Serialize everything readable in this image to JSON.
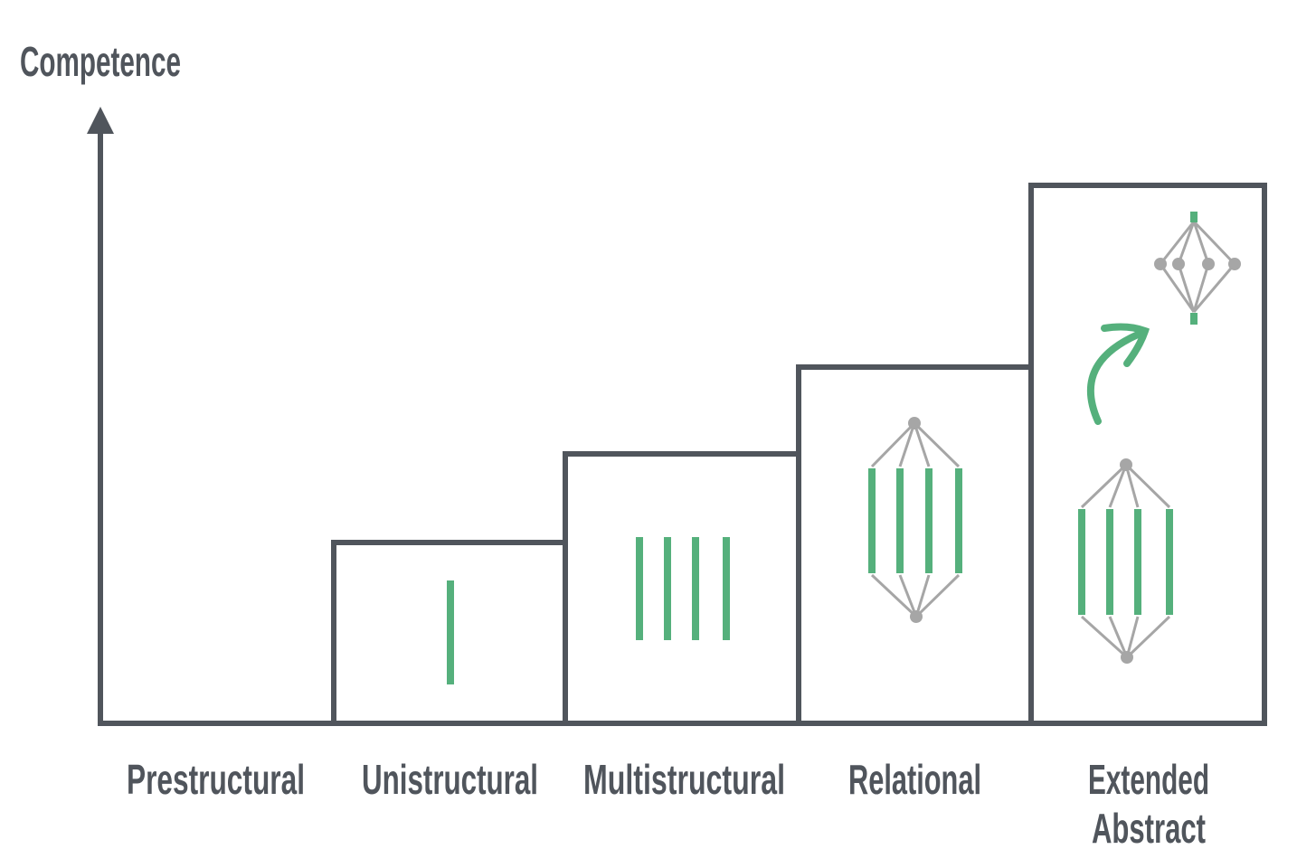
{
  "axis": {
    "y_label": "Competence"
  },
  "levels": [
    {
      "label": "Prestructural"
    },
    {
      "label": "Unistructural"
    },
    {
      "label": "Multistructural"
    },
    {
      "label": "Relational"
    },
    {
      "label": "Extended",
      "label2": "Abstract"
    }
  ],
  "colors": {
    "frame": "#50555c",
    "bar": "#55b07c",
    "node": "#a6a6a6",
    "arrow": "#55b07c"
  }
}
